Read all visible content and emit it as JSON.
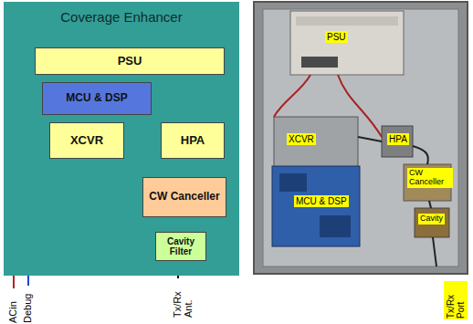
{
  "diagram": {
    "nodes": [
      {
        "text": [
          "Coverage Enhancer"
        ]
      },
      {
        "text": [
          "PSU"
        ],
        "in": 0
      },
      {
        "text": [
          "MCU & DSP"
        ],
        "in": 0
      },
      {
        "text": [
          "XCVR"
        ],
        "in": 0
      },
      {
        "text": [
          "HPA"
        ],
        "in": 0
      },
      {
        "text": [
          "CW Canceller"
        ],
        "in": 0
      },
      {
        "text": [
          "Cavity Filter"
        ],
        "in": 0
      }
    ],
    "edges": [
      {
        "from": 1,
        "to": 2,
        "arrow": "none"
      },
      {
        "from": 1,
        "to": 3,
        "arrow": "none"
      },
      {
        "from": 1,
        "to": 4,
        "arrow": "none"
      },
      {
        "from": 2,
        "to": 3,
        "arrow": "none"
      },
      {
        "from": 2,
        "to": 4,
        "arrow": "none"
      },
      {
        "from": 3,
        "to": 5,
        "arrow": "none"
      },
      {
        "from": 4,
        "to": 5,
        "arrow": "none"
      },
      {
        "from": 5,
        "to": 6,
        "arrow": "none"
      }
    ],
    "labels": [
      "ACin",
      "Debug",
      "Tx/Rx Ant.",
      "PSU",
      "XCVR",
      "HPA",
      "CW Canceller",
      "MCU & DSP",
      "Cavity",
      "Tx/Rx Port"
    ]
  }
}
